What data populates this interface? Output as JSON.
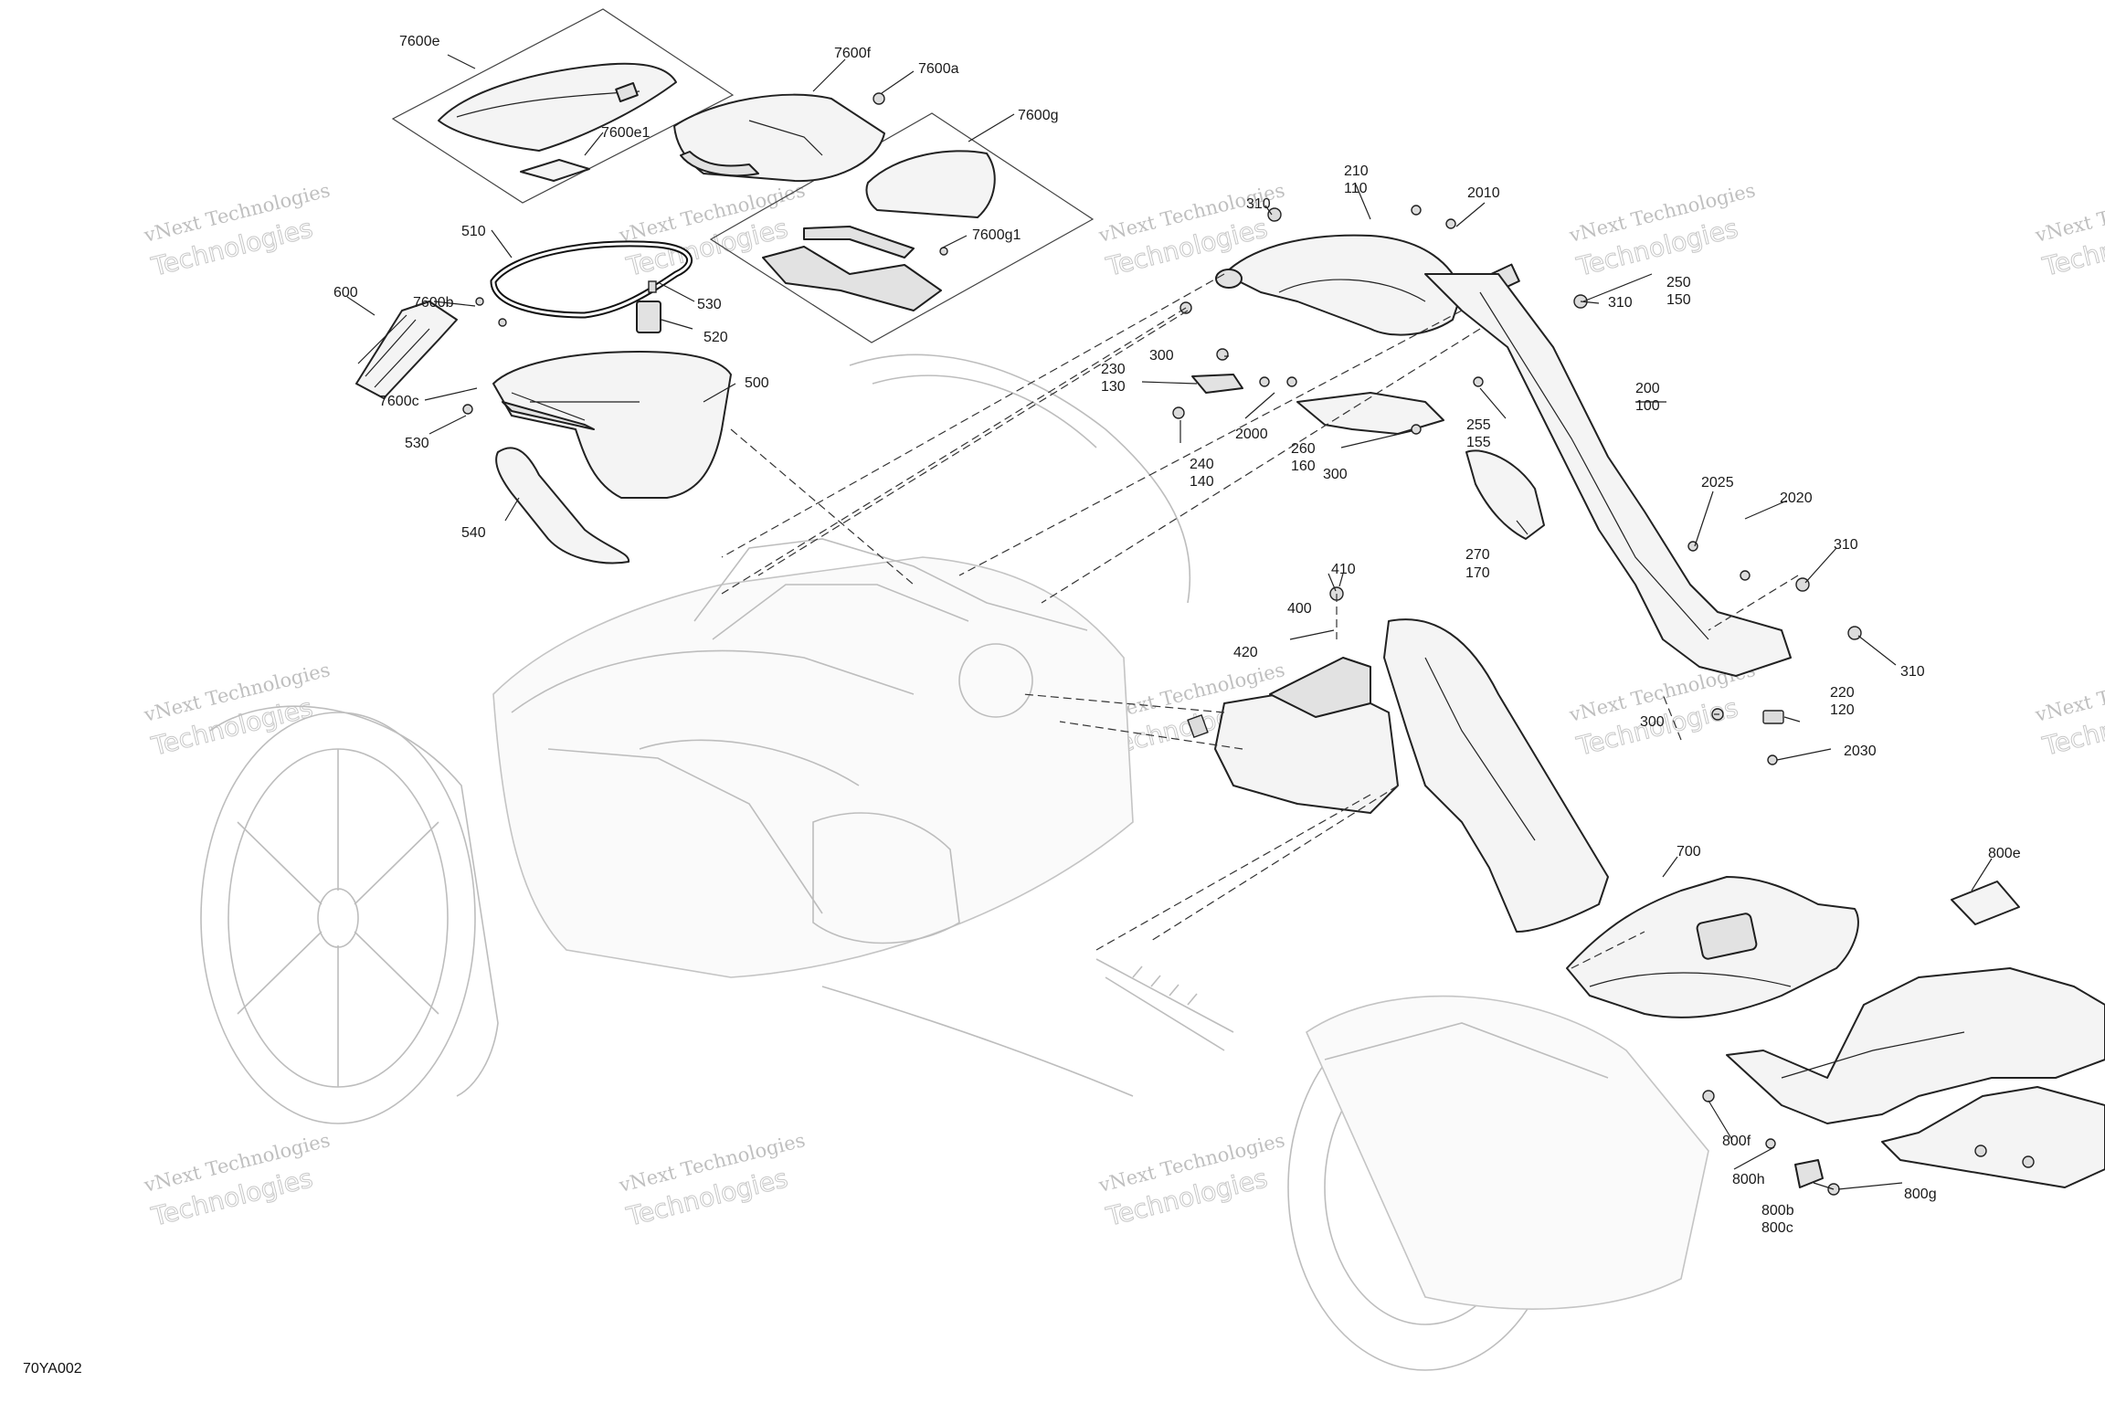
{
  "diagram_code": "70YA002",
  "watermark": {
    "line1": "vNext Technologies",
    "line2": "Technologies"
  },
  "callouts": {
    "c7600e": "7600e",
    "c7600e1": "7600e1",
    "c7600f": "7600f",
    "c7600a": "7600a",
    "c7600g": "7600g",
    "c7600g1": "7600g1",
    "c510": "510",
    "c530a": "530",
    "c520": "520",
    "c600": "600",
    "c7600b": "7600b",
    "c7600c": "7600c",
    "c530b": "530",
    "c500": "500",
    "c540": "540",
    "c210_110": [
      "210",
      "110"
    ],
    "c2010": "2010",
    "c310a": "310",
    "c250_150": [
      "250",
      "150"
    ],
    "c310b": "310",
    "c300a": "300",
    "c230_130": [
      "230",
      "130"
    ],
    "c2000": "2000",
    "c260_160": [
      "260",
      "160"
    ],
    "c300b": "300",
    "c240_140": [
      "240",
      "140"
    ],
    "c255_155": [
      "255",
      "155"
    ],
    "c200_100": [
      "200",
      "100"
    ],
    "c2025": "2025",
    "c2020": "2020",
    "c310c": "310",
    "c270_170": [
      "270",
      "170"
    ],
    "c410": "410",
    "c400": "400",
    "c420": "420",
    "c310d": "310",
    "c220_120": [
      "220",
      "120"
    ],
    "c300c": "300",
    "c2030": "2030",
    "c700": "700",
    "c800e": "800e",
    "c800f": "800f",
    "c800h": "800h",
    "c800b_800c": [
      "800b",
      "800c"
    ],
    "c800g": "800g"
  }
}
